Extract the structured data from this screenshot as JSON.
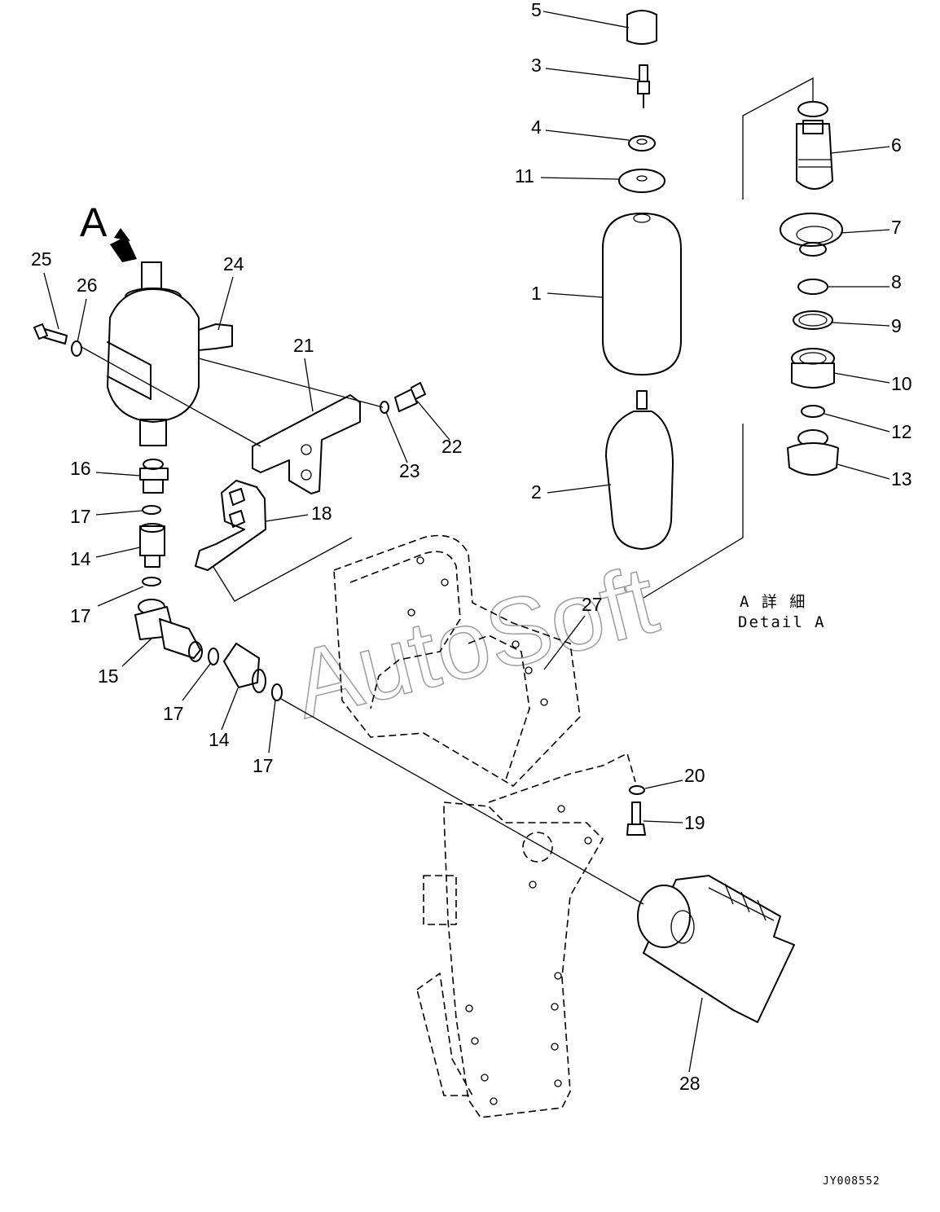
{
  "view_marker": "A",
  "detail_caption": {
    "jp": "A 詳 細",
    "en": "Detail A"
  },
  "watermark": "AutoSoft",
  "drawing_code": "JY008552",
  "callouts": {
    "n1": "1",
    "n2": "2",
    "n3": "3",
    "n4": "4",
    "n5": "5",
    "n6": "6",
    "n7": "7",
    "n8": "8",
    "n9": "9",
    "n10": "10",
    "n11": "11",
    "n12": "12",
    "n13": "13",
    "n14a": "14",
    "n14b": "14",
    "n15": "15",
    "n16": "16",
    "n17a": "17",
    "n17b": "17",
    "n17c": "17",
    "n17d": "17",
    "n18": "18",
    "n19": "19",
    "n20": "20",
    "n21": "21",
    "n22": "22",
    "n23": "23",
    "n24": "24",
    "n25": "25",
    "n26": "26",
    "n27": "27",
    "n28": "28"
  }
}
